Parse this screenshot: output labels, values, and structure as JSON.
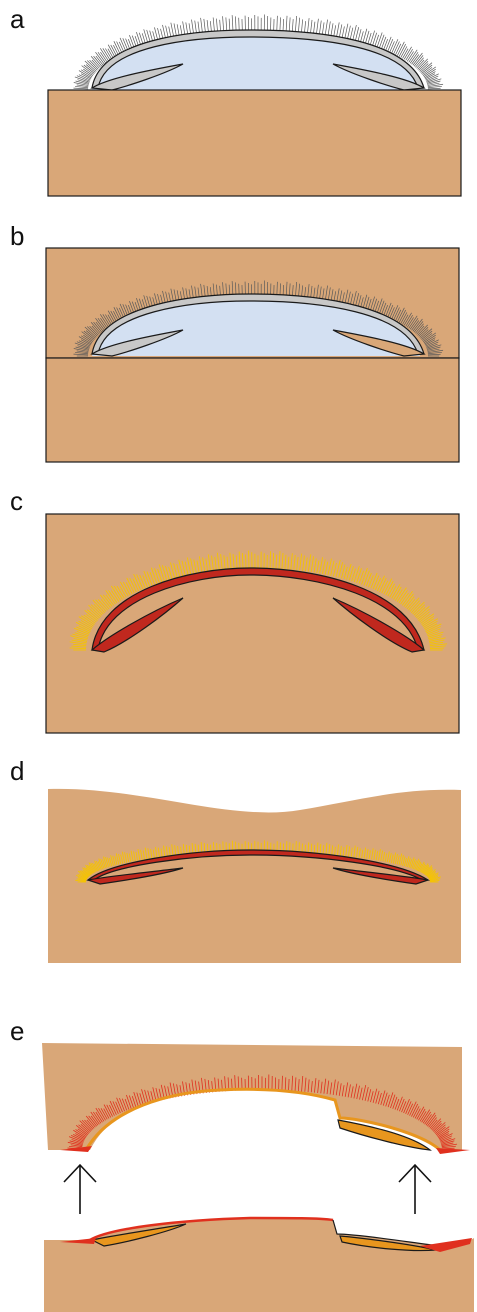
{
  "panels": [
    {
      "label": "a"
    },
    {
      "label": "b"
    },
    {
      "label": "c"
    },
    {
      "label": "d"
    },
    {
      "label": "e"
    }
  ],
  "colors": {
    "sediment": "#D9A778",
    "water": "#D3E0F2",
    "shell_outline": "#1a1a1a",
    "shell_gray": "#C8C8C8",
    "tentacle_gray": "#5A5A5A",
    "tentacle_yellow": "#F5C400",
    "shell_red": "#C0281E",
    "shell_orange": "#E8961E",
    "tentacle_red": "#E0301E",
    "arrow": "#111111"
  },
  "arrows": [
    {
      "direction": "up"
    },
    {
      "direction": "up"
    }
  ]
}
